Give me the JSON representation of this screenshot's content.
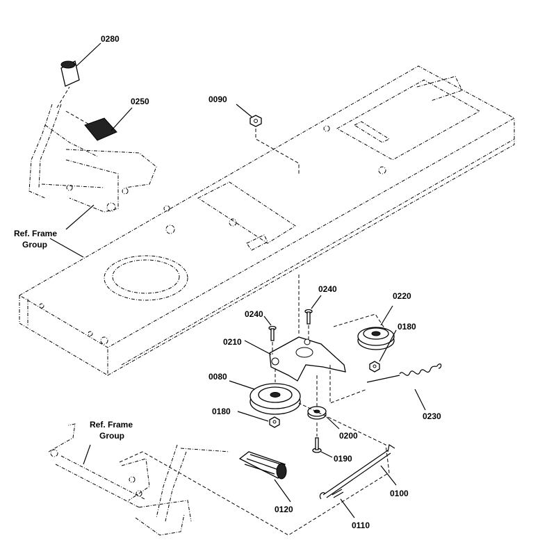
{
  "ref_labels": {
    "top_line1": "Ref. Frame",
    "top_line2": "Group",
    "bottom_line1": "Ref. Frame",
    "bottom_line2": "Group"
  },
  "parts": [
    {
      "id": "0280",
      "label": "0280"
    },
    {
      "id": "0250",
      "label": "0250"
    },
    {
      "id": "0090",
      "label": "0090"
    },
    {
      "id": "0240a",
      "label": "0240"
    },
    {
      "id": "0240b",
      "label": "0240"
    },
    {
      "id": "0220",
      "label": "0220"
    },
    {
      "id": "0180a",
      "label": "0180"
    },
    {
      "id": "0210",
      "label": "0210"
    },
    {
      "id": "0080",
      "label": "0080"
    },
    {
      "id": "0180b",
      "label": "0180"
    },
    {
      "id": "0230",
      "label": "0230"
    },
    {
      "id": "0200",
      "label": "0200"
    },
    {
      "id": "0190",
      "label": "0190"
    },
    {
      "id": "0120",
      "label": "0120"
    },
    {
      "id": "0100",
      "label": "0100"
    },
    {
      "id": "0110",
      "label": "0110"
    }
  ]
}
